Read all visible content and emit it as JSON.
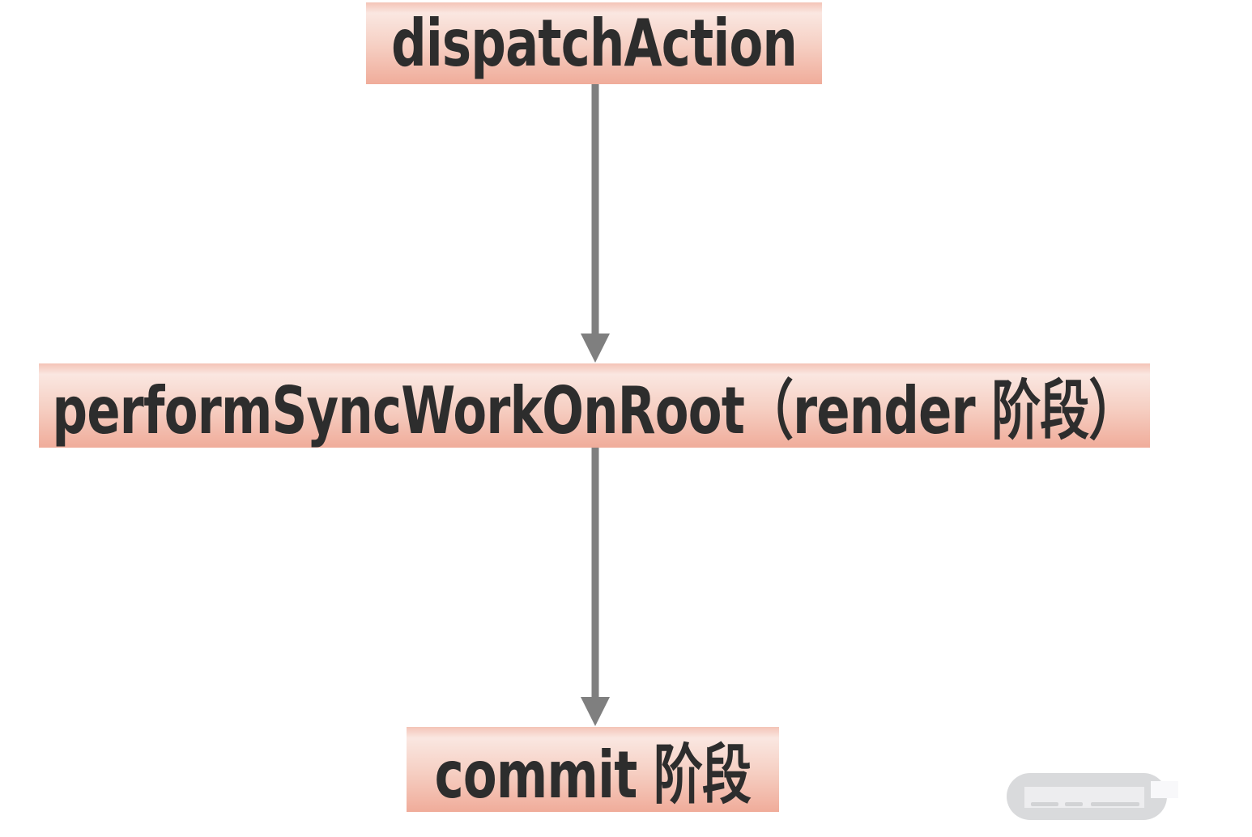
{
  "page": {
    "background_color": "#ffffff"
  },
  "diagram": {
    "type": "flowchart",
    "direction": "top-down",
    "nodes": [
      {
        "id": "dispatch-action",
        "label": "dispatchAction"
      },
      {
        "id": "perform-sync-work-root",
        "label": "performSyncWorkOnRoot（render 阶段）"
      },
      {
        "id": "commit-phase",
        "label": "commit 阶段"
      }
    ],
    "edges": [
      {
        "from": "dispatch-action",
        "to": "perform-sync-work-root",
        "style": "straight-down-arrow"
      },
      {
        "from": "perform-sync-work-root",
        "to": "commit-phase",
        "style": "straight-down-arrow"
      }
    ],
    "colors": {
      "node_gradient_top": "#fae7e1",
      "node_gradient_bottom": "#f0ac9a",
      "node_text": "#2d2d2d",
      "arrow": "#7f7f7f"
    }
  },
  "watermark": {
    "shape": "blurred-gray-pill",
    "color": "#d9dadc"
  }
}
